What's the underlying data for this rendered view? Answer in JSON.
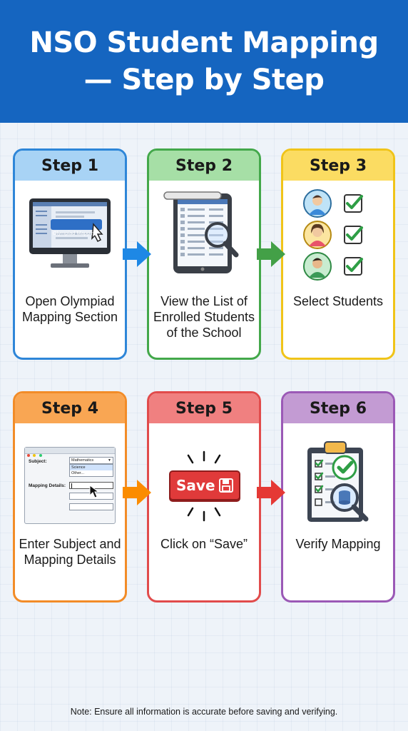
{
  "header": {
    "title_line1": "NSO Student Mapping",
    "title_line2": "— Step by Step"
  },
  "steps": [
    {
      "heading": "Step 1",
      "label": "Open Olympiad Mapping Section",
      "accent": "#2e86d8",
      "screen_button": "Olympiad Mapping"
    },
    {
      "heading": "Step 2",
      "label": "View the List of Enrolled Students of the School",
      "accent": "#43a84a"
    },
    {
      "heading": "Step 3",
      "label": "Select Students",
      "accent": "#f0c419"
    },
    {
      "heading": "Step 4",
      "label": "Enter Subject and Mapping Details",
      "accent": "#f28c28",
      "form": {
        "subject_label": "Subject:",
        "subject_value": "Mathematics",
        "options": [
          "Science",
          "Other..."
        ],
        "mapping_label": "Mapping Details:"
      }
    },
    {
      "heading": "Step 5",
      "label": "Click on “Save”",
      "accent": "#e14b4b",
      "save_button": "Save"
    },
    {
      "heading": "Step 6",
      "label": "Verify Mapping",
      "accent": "#9b59b6"
    }
  ],
  "arrow_colors": [
    "#1e88e5",
    "#43a047",
    "#fb8c00",
    "#e53935"
  ],
  "footer": {
    "note": "Note: Ensure all information is accurate before saving and verifying."
  }
}
